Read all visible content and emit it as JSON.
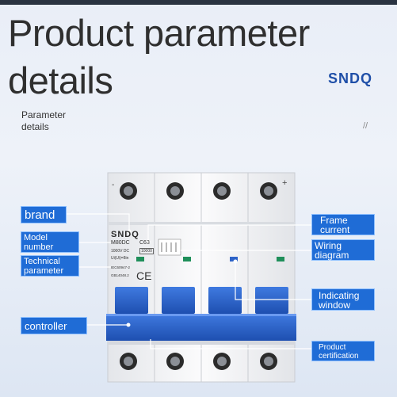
{
  "heading": {
    "line1": "Product parameter",
    "line2": "details",
    "brand_logo": "SNDQ"
  },
  "subheading": {
    "line1": "Parameter",
    "line2": "details",
    "mark": "//"
  },
  "callouts": {
    "brand": "brand",
    "model_1": "Model",
    "model_2": "number",
    "tech_1": "Technical",
    "tech_2": "parameter",
    "controller": "controller",
    "frame_1": "Frame",
    "frame_2": "current",
    "wiring_1": "Wiring",
    "wiring_2": "diagram",
    "window_1": "Indicating",
    "window_2": "window",
    "cert_1": "Product",
    "cert_2": "certification"
  },
  "device": {
    "logo": "SNDQ",
    "model": "M80DC",
    "rating": "C63",
    "voltage": "1000V DC",
    "breaking": "10000",
    "insulation": "Ui(Ui)=8in",
    "standard_1": "IEC60947-2",
    "standard_2": "GB14048.2",
    "ce_mark": "CE",
    "minus": "-",
    "plus": "+"
  },
  "colors": {
    "callout_blue": "#1f6cd6",
    "handle_blue": "#2d63c8",
    "body_white": "#f4f5f7"
  }
}
